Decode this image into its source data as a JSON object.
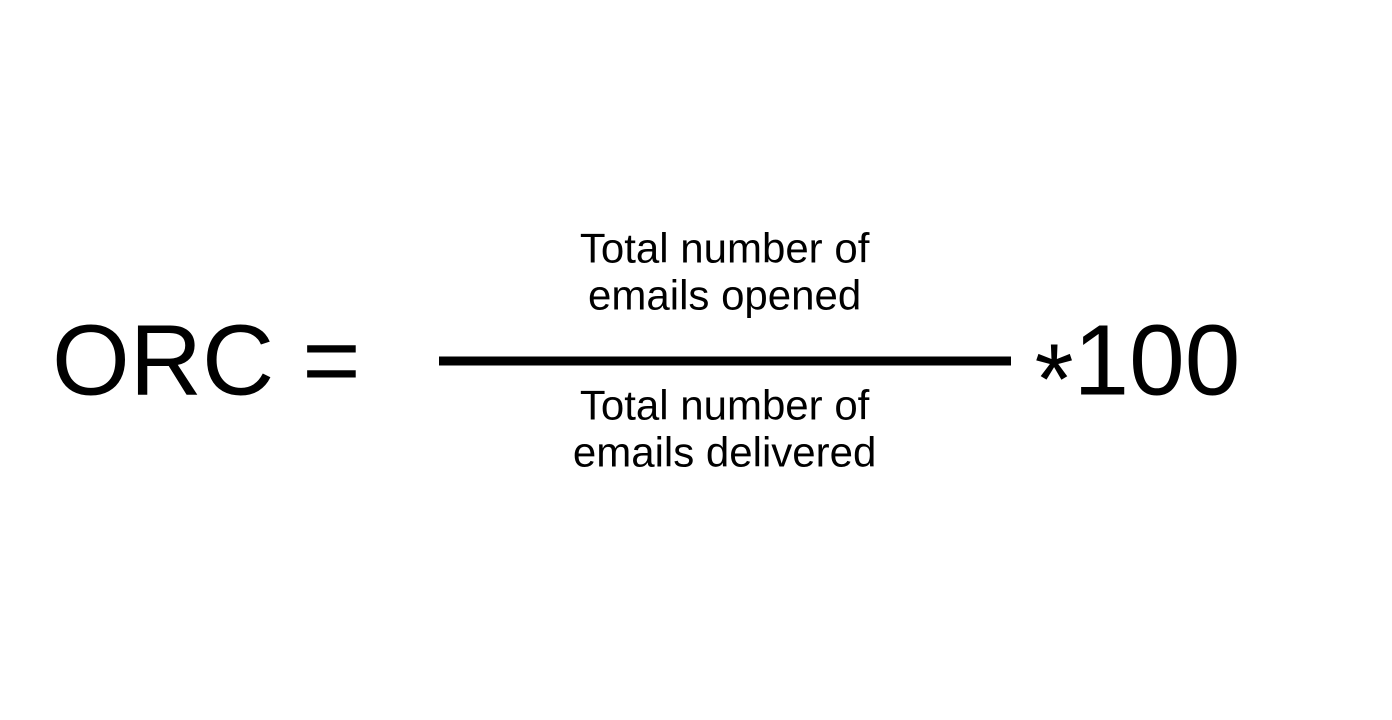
{
  "formula": {
    "lhs": "ORC",
    "equals": "=",
    "numerator": {
      "line1": "Total number of",
      "line2": "emails opened"
    },
    "denominator": {
      "line1": "Total number of",
      "line2": "emails delivered"
    },
    "operator": "*",
    "multiplier": "100"
  },
  "colors": {
    "background": "#ffffff",
    "ink": "#000000"
  }
}
